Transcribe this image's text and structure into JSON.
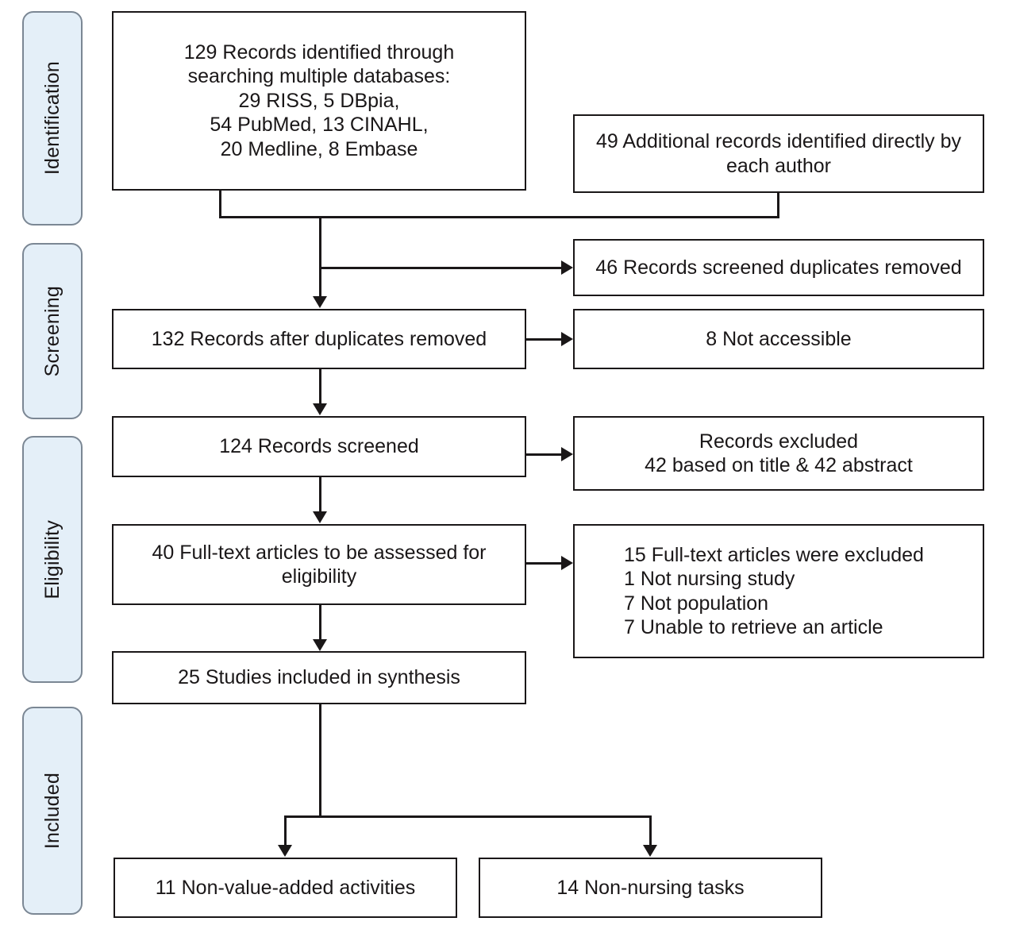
{
  "diagram": {
    "type": "prisma-flow-diagram",
    "stages": [
      {
        "id": "identification",
        "label": "Identification"
      },
      {
        "id": "screening",
        "label": "Screening"
      },
      {
        "id": "eligibility",
        "label": "Eligibility"
      },
      {
        "id": "included",
        "label": "Included"
      }
    ],
    "boxes": {
      "records_identified": {
        "text": "129 Records identified through\nsearching multiple databases:\n29 RISS, 5 DBpia,\n54 PubMed, 13 CINAHL,\n20 Medline, 8 Embase",
        "count": 129,
        "sources": [
          {
            "name": "RISS",
            "count": 29
          },
          {
            "name": "DBpia",
            "count": 5
          },
          {
            "name": "PubMed",
            "count": 54
          },
          {
            "name": "CINAHL",
            "count": 13
          },
          {
            "name": "Medline",
            "count": 20
          },
          {
            "name": "Embase",
            "count": 8
          }
        ]
      },
      "additional_records": {
        "text": "49 Additional records identified directly by\neach author",
        "count": 49
      },
      "duplicates_removed": {
        "text": "46  Records screened duplicates removed",
        "count": 46
      },
      "records_after_duplicates": {
        "text": "132 Records after duplicates removed",
        "count": 132
      },
      "not_accessible": {
        "text": "8 Not accessible",
        "count": 8
      },
      "records_screened": {
        "text": "124 Records screened",
        "count": 124
      },
      "records_excluded": {
        "text": "Records excluded\n42 based on title & 42 abstract",
        "by_title": 42,
        "by_abstract": 42
      },
      "fulltext_assessed": {
        "text": "40 Full-text articles to be assessed for\neligibility",
        "count": 40
      },
      "fulltext_excluded": {
        "text": "15 Full-text articles were excluded\n   1 Not nursing study\n   7 Not population\n   7 Unable to retrieve an article",
        "count": 15,
        "reasons": [
          {
            "reason": "Not nursing study",
            "count": 1
          },
          {
            "reason": "Not population",
            "count": 7
          },
          {
            "reason": "Unable to retrieve an article",
            "count": 7
          }
        ]
      },
      "studies_included": {
        "text": "25 Studies included in synthesis",
        "count": 25
      },
      "non_value_added": {
        "text": "11 Non-value-added activities",
        "count": 11
      },
      "non_nursing_tasks": {
        "text": "14 Non-nursing tasks",
        "count": 14
      }
    },
    "colors": {
      "stage_fill": "#e4eff8",
      "stage_border": "#7b8794",
      "box_border": "#1a1718",
      "text": "#1a1718",
      "background": "#ffffff"
    }
  }
}
